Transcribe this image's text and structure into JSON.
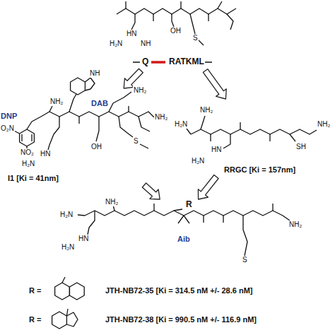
{
  "diagram": {
    "nodes": [
      {
        "text": [
          "Q",
          "RATKML"
        ]
      },
      {
        "text": [
          "DNP",
          "DAB",
          "I1 [Ki = 41nm]"
        ]
      },
      {
        "text": [
          "RRGC [Ki = 157nm]"
        ]
      },
      {
        "text": [
          "R",
          "Aib"
        ]
      }
    ],
    "edges": [
      {
        "from": 0,
        "to": 1,
        "arrow": "to"
      },
      {
        "from": 0,
        "to": 2,
        "arrow": "to"
      },
      {
        "from": 1,
        "to": 3,
        "arrow": "to"
      },
      {
        "from": 2,
        "to": 3,
        "arrow": "to"
      }
    ],
    "labels": [
      "HN",
      "H₂N",
      "NH",
      "OH",
      "S",
      "NO₂",
      "O₂N",
      "NH",
      "NH₂",
      "NH₂",
      "S",
      "OH",
      "NH₂",
      "HN",
      "H₂N",
      "H₂N",
      "NH₂",
      "HN",
      "H₂N",
      "NH₂",
      "SH",
      "H₂N",
      "NH₂",
      "HN",
      "H₂N",
      "S",
      "NH₂",
      "R =",
      "JTH-NB72-35 [Ki = 314.5 nM +/- 28.6 nM]",
      "R =",
      "JTH-NB72-38 [Ki = 990.5 nM +/- 116.9 nM]"
    ]
  }
}
